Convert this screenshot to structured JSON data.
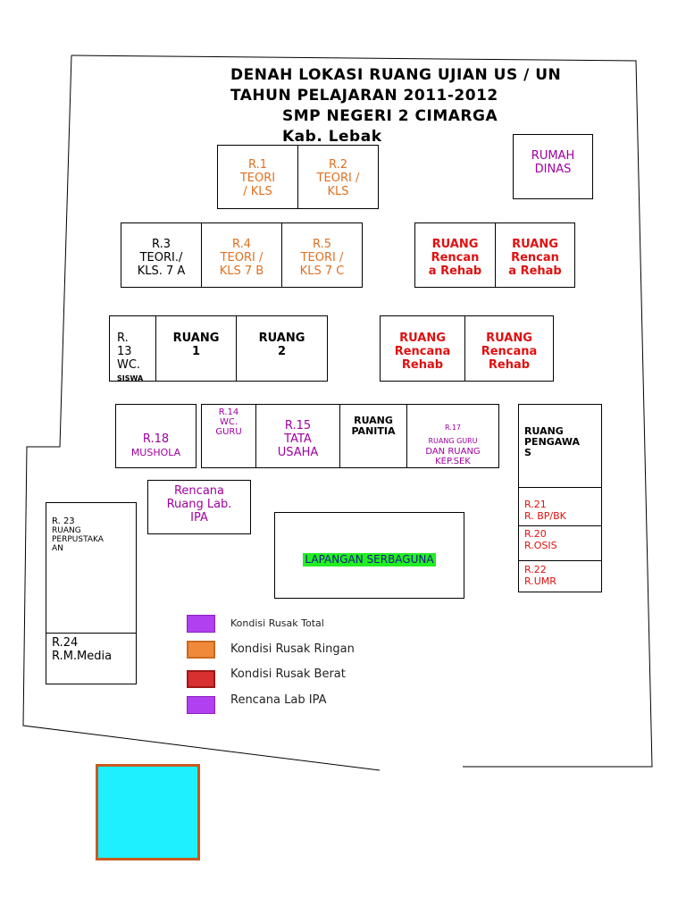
{
  "title": {
    "line1": "DENAH LOKASI  RUANG UJIAN US / UN",
    "line2": "TAHUN PELAJARAN 2011-2012",
    "line3": "SMP    NEGERI 2 CIMARGA",
    "line4": "Kab. Lebak"
  },
  "rooms": {
    "r1": "R.1\nTEORI\n/ KLS",
    "r2": "R.2\nTEORI /\nKLS",
    "rumah_dinas": "RUMAH\nDINAS",
    "r3": "R.3\nTEORI./\nKLS. 7 A",
    "r4": "R.4\nTEORI /\nKLS 7 B",
    "r5": "R.5\nTEORI /\nKLS 7 C",
    "rehab_a1": "RUANG\nRencan\na Rehab",
    "rehab_a2": "RUANG\nRencan\na Rehab",
    "r13": "R.\n13\nWC.",
    "r13_sub": "SISWA",
    "ruang1": "RUANG\n1",
    "ruang2": "RUANG\n2",
    "rehab_b1": "RUANG\nRencana\nRehab",
    "rehab_b2": "RUANG\nRencana\nRehab",
    "r18": "R.18",
    "r18_sub": "MUSHOLA",
    "r14": "R.14\nWC.\nGURU",
    "r15": "R.15\nTATA\nUSAHA",
    "panitia": "RUANG\nPANITIA",
    "r17": "R.17\nRUANG GURU",
    "r17_sub": "DAN RUANG\nKEP.SEK",
    "pengawas": "RUANG\nPENGAWA\nS",
    "lab_ipa": "Rencana\nRuang Lab.\nIPA",
    "r23": "R. 23",
    "r23_sub": "RUANG\nPERPUSTAKA\nAN",
    "lapangan": "LAPANGAN SERBAGUNA",
    "r21": "R.21\nR. BP/BK",
    "r20": "R.20\nR.OSIS",
    "r22": "R.22\nR.UMR",
    "r24": "R.24\nR.M.Media"
  },
  "legend": [
    {
      "label": "Kondisi Rusak Total",
      "color": "#b040f0"
    },
    {
      "label": "Kondisi Rusak Ringan",
      "color": "#f08a3a"
    },
    {
      "label": "Kondisi Rusak Berat",
      "color": "#d83030"
    },
    {
      "label": "Rencana Lab IPA",
      "color": "#b040f0"
    }
  ],
  "colors": {
    "teori_text": "#e07020",
    "rehab_text": "#e01010",
    "other_text": "#a000a0",
    "lapangan_fill": "#22ee22",
    "pool_fill": "#1ef0ff",
    "pool_border": "#c85a1e"
  }
}
